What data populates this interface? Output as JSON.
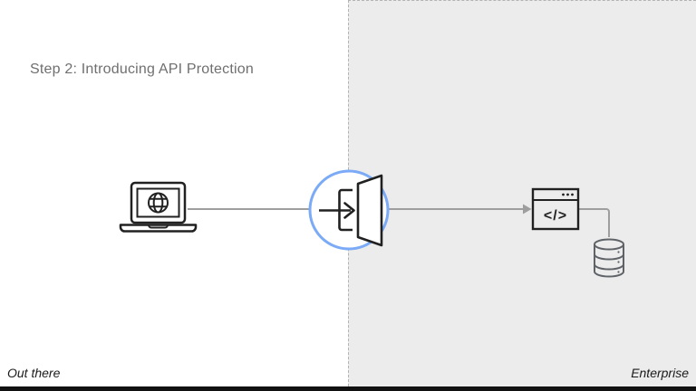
{
  "slide": {
    "title": "Step 2: Introducing API Protection"
  },
  "zones": {
    "outside": {
      "label": "Out there"
    },
    "enterprise": {
      "label": "Enterprise"
    }
  },
  "diagram": {
    "nodes": [
      {
        "id": "client",
        "icon": "laptop-globe-icon",
        "description": "client laptop with globe browser"
      },
      {
        "id": "api-gateway",
        "icon": "door-enter-icon",
        "description": "API protection gateway in blue circle"
      },
      {
        "id": "api-app",
        "icon": "code-window-icon",
        "glyph": "</>"
      },
      {
        "id": "database",
        "icon": "database-icon"
      }
    ],
    "edges": [
      {
        "from": "client",
        "to": "api-gateway",
        "arrowhead": false
      },
      {
        "from": "api-gateway",
        "to": "api-app",
        "arrowhead": true
      },
      {
        "from": "api-app",
        "to": "database",
        "arrowhead": false
      }
    ]
  },
  "colors": {
    "background": "#ffffff",
    "enterprise_fill": "#ececec",
    "divider_dash": "#b3b3b3",
    "connector_gray": "#9e9e9e",
    "icon_stroke": "#212121",
    "database_stroke": "#5f6368",
    "gateway_ring_blue": "#7baaf7",
    "title_text": "#6f6f6f",
    "label_text": "#1a1a1a",
    "bottom_bar": "#111111"
  }
}
